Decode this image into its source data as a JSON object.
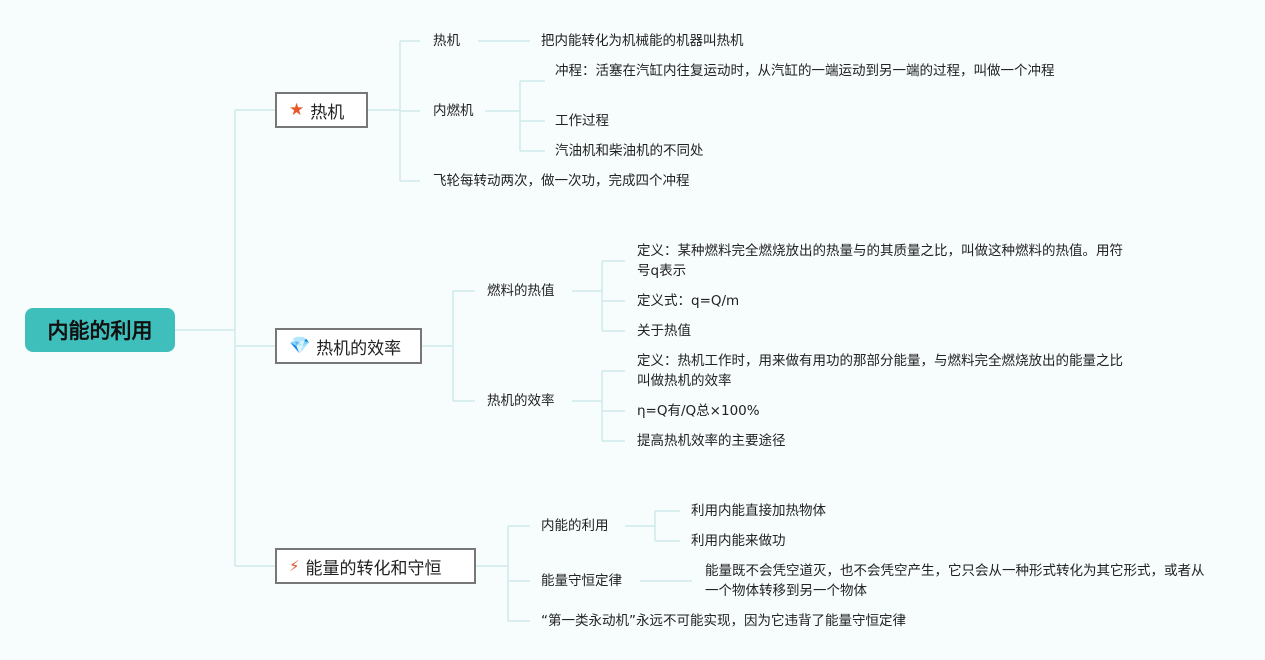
{
  "colors": {
    "root": "#3fbfbb",
    "line": "#cfe9ea",
    "background": "#f7fcfc"
  },
  "root": {
    "label": "内能的利用"
  },
  "branches": [
    {
      "label": "热机",
      "icon": "star-icon",
      "children": [
        {
          "label": "热机",
          "children": [
            {
              "label": "把内能转化为机械能的机器叫热机"
            }
          ]
        },
        {
          "label": "内燃机",
          "children": [
            {
              "label": "冲程：活塞在汽缸内往复运动时，从汽缸的一端运动到另一端的过程，叫做一个冲程"
            },
            {
              "label": "工作过程"
            },
            {
              "label": "汽油机和柴油机的不同处"
            }
          ]
        },
        {
          "label": "飞轮每转动两次，做一次功，完成四个冲程"
        }
      ]
    },
    {
      "label": "热机的效率",
      "icon": "gem-icon",
      "children": [
        {
          "label": "燃料的热值",
          "children": [
            {
              "label": "定义：某种燃料完全燃烧放出的热量与的其质量之比，叫做这种燃料的热值。用符号q表示"
            },
            {
              "label": "定义式：q=Q/m"
            },
            {
              "label": "关于热值"
            }
          ]
        },
        {
          "label": "热机的效率",
          "children": [
            {
              "label": "定义：热机工作时，用来做有用功的那部分能量，与燃料完全燃烧放出的能量之比叫做热机的效率"
            },
            {
              "label": "η=Q有/Q总×100%"
            },
            {
              "label": "提高热机效率的主要途径"
            }
          ]
        }
      ]
    },
    {
      "label": "能量的转化和守恒",
      "icon": "magic-wand-icon",
      "children": [
        {
          "label": "内能的利用",
          "children": [
            {
              "label": "利用内能直接加热物体"
            },
            {
              "label": "利用内能来做功"
            }
          ]
        },
        {
          "label": "能量守恒定律",
          "children": [
            {
              "label": "能量既不会凭空道灭，也不会凭空产生，它只会从一种形式转化为其它形式，或者从 一个物体转移到另一个物体"
            }
          ]
        },
        {
          "label": "“第一类永动机”永远不可能实现，因为它违背了能量守恒定律"
        }
      ]
    }
  ]
}
